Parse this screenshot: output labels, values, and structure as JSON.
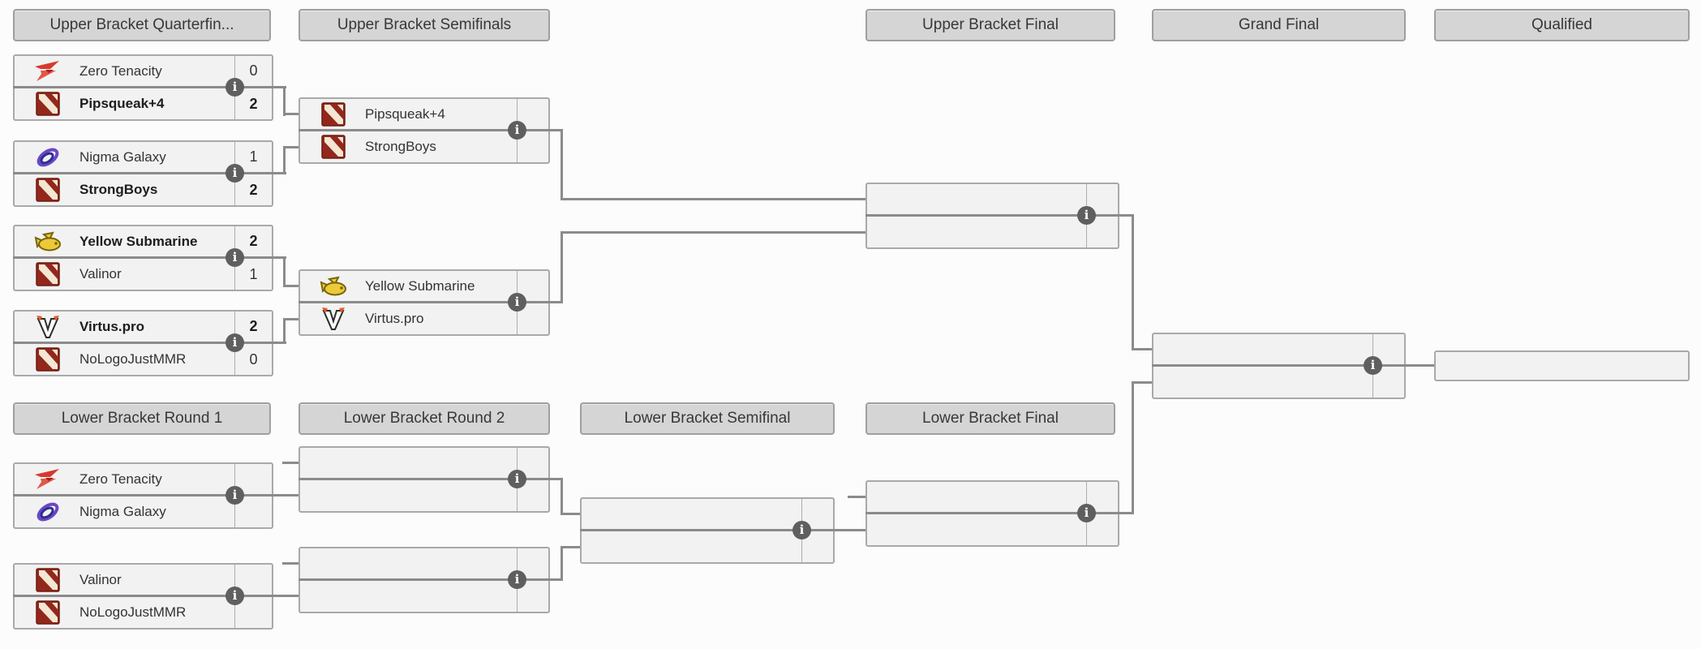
{
  "colors": {
    "connector": "#8b8b8b",
    "header_bg": "#d5d5d5",
    "match_bg": "#f2f2f2",
    "match_border": "#a9a9a9",
    "info_icon_bg": "#5f5f5f",
    "dota_logo_red": "#93271b"
  },
  "icons": {
    "info_glyph": "i"
  },
  "bracket": {
    "upper_rounds": [
      {
        "id": "upper-bracket-quarterfinals",
        "label": "Upper Bracket Quarterfin..."
      },
      {
        "id": "upper-bracket-semifinals",
        "label": "Upper Bracket Semifinals"
      },
      {
        "id": "upper-bracket-final",
        "label": "Upper Bracket Final"
      },
      {
        "id": "grand-final",
        "label": "Grand Final"
      },
      {
        "id": "qualified",
        "label": "Qualified"
      }
    ],
    "lower_rounds": [
      {
        "id": "lower-bracket-round-1",
        "label": "Lower Bracket Round 1"
      },
      {
        "id": "lower-bracket-round-2",
        "label": "Lower Bracket Round 2"
      },
      {
        "id": "lower-bracket-semifinal",
        "label": "Lower Bracket Semifinal"
      },
      {
        "id": "lower-bracket-final",
        "label": "Lower Bracket Final"
      }
    ],
    "matches": [
      {
        "id": "ub-qf-1",
        "slots": [
          {
            "team": "Zero Tenacity",
            "logo": "zero-tenacity",
            "score": "0",
            "winner": false
          },
          {
            "team": "Pipsqueak+4",
            "logo": "dota2-default",
            "score": "2",
            "winner": true
          }
        ]
      },
      {
        "id": "ub-qf-2",
        "slots": [
          {
            "team": "Nigma Galaxy",
            "logo": "nigma-galaxy",
            "score": "1",
            "winner": false
          },
          {
            "team": "StrongBoys",
            "logo": "dota2-default",
            "score": "2",
            "winner": true
          }
        ]
      },
      {
        "id": "ub-qf-3",
        "slots": [
          {
            "team": "Yellow Submarine",
            "logo": "yellow-submarine",
            "score": "2",
            "winner": true
          },
          {
            "team": "Valinor",
            "logo": "dota2-default",
            "score": "1",
            "winner": false
          }
        ]
      },
      {
        "id": "ub-qf-4",
        "slots": [
          {
            "team": "Virtus.pro",
            "logo": "virtus-pro",
            "score": "2",
            "winner": true
          },
          {
            "team": "NoLogoJustMMR",
            "logo": "dota2-default",
            "score": "0",
            "winner": false
          }
        ]
      },
      {
        "id": "ub-sf-1",
        "slots": [
          {
            "team": "Pipsqueak+4",
            "logo": "dota2-default",
            "score": "",
            "winner": false
          },
          {
            "team": "StrongBoys",
            "logo": "dota2-default",
            "score": "",
            "winner": false
          }
        ]
      },
      {
        "id": "ub-sf-2",
        "slots": [
          {
            "team": "Yellow Submarine",
            "logo": "yellow-submarine",
            "score": "",
            "winner": false
          },
          {
            "team": "Virtus.pro",
            "logo": "virtus-pro",
            "score": "",
            "winner": false
          }
        ]
      },
      {
        "id": "ub-final",
        "slots": [
          {
            "team": "",
            "logo": null,
            "score": "",
            "winner": false
          },
          {
            "team": "",
            "logo": null,
            "score": "",
            "winner": false
          }
        ]
      },
      {
        "id": "grand-final",
        "slots": [
          {
            "team": "",
            "logo": null,
            "score": "",
            "winner": false
          },
          {
            "team": "",
            "logo": null,
            "score": "",
            "winner": false
          }
        ]
      },
      {
        "id": "qualified",
        "slots": [
          {
            "team": "",
            "logo": null,
            "score": "",
            "winner": false
          }
        ]
      },
      {
        "id": "lb-r1-1",
        "slots": [
          {
            "team": "Zero Tenacity",
            "logo": "zero-tenacity",
            "score": "",
            "winner": false
          },
          {
            "team": "Nigma Galaxy",
            "logo": "nigma-galaxy",
            "score": "",
            "winner": false
          }
        ]
      },
      {
        "id": "lb-r1-2",
        "slots": [
          {
            "team": "Valinor",
            "logo": "dota2-default",
            "score": "",
            "winner": false
          },
          {
            "team": "NoLogoJustMMR",
            "logo": "dota2-default",
            "score": "",
            "winner": false
          }
        ]
      },
      {
        "id": "lb-r2-1",
        "slots": [
          {
            "team": "",
            "logo": null,
            "score": "",
            "winner": false
          },
          {
            "team": "",
            "logo": null,
            "score": "",
            "winner": false
          }
        ]
      },
      {
        "id": "lb-r2-2",
        "slots": [
          {
            "team": "",
            "logo": null,
            "score": "",
            "winner": false
          },
          {
            "team": "",
            "logo": null,
            "score": "",
            "winner": false
          }
        ]
      },
      {
        "id": "lb-sf",
        "slots": [
          {
            "team": "",
            "logo": null,
            "score": "",
            "winner": false
          },
          {
            "team": "",
            "logo": null,
            "score": "",
            "winner": false
          }
        ]
      },
      {
        "id": "lb-final",
        "slots": [
          {
            "team": "",
            "logo": null,
            "score": "",
            "winner": false
          },
          {
            "team": "",
            "logo": null,
            "score": "",
            "winner": false
          }
        ]
      }
    ]
  }
}
